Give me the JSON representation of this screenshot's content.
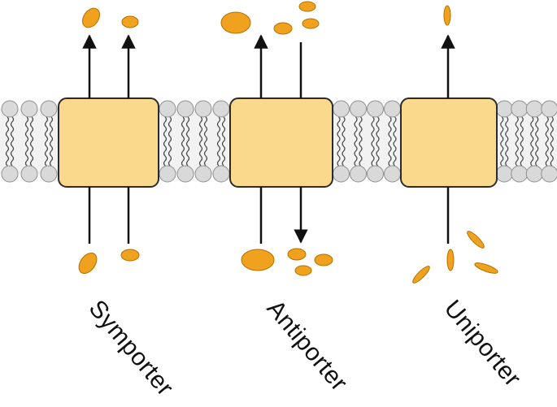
{
  "colors": {
    "background": "#ffffff",
    "protein_fill": "#fbd98c",
    "protein_stroke": "#2b2b2b",
    "lipid_head": "#d9d9d9",
    "lipid_head_stroke": "#8f8f8f",
    "membrane_core": "#f2f2f2",
    "solute": "#f0a21e",
    "solute_stroke": "#b36f00",
    "arrow": "#111111"
  },
  "transporters": [
    {
      "id": "symporter",
      "label": "Symporter"
    },
    {
      "id": "antiporter",
      "label": "Antiporter"
    },
    {
      "id": "uniporter",
      "label": "Uniporter"
    }
  ]
}
